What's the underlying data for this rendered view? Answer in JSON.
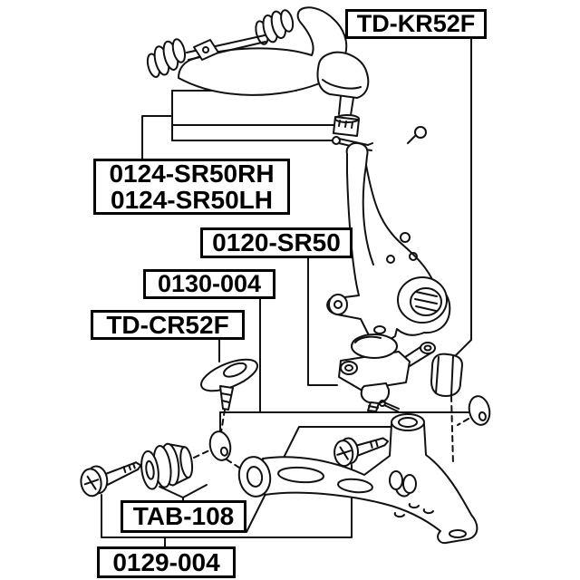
{
  "app": {
    "type": "exploded-parts-diagram",
    "background_color": "#ffffff",
    "line_color": "#111111",
    "label_text_color": "#000000",
    "label_border_color": "#000000"
  },
  "diagram": {
    "labels": [
      {
        "name": "td-kr52f",
        "text": "TD-KR52F"
      },
      {
        "name": "0124-sr50",
        "line1": "0124-SR50RH",
        "line2": "0124-SR50LH"
      },
      {
        "name": "0120-sr50",
        "text": "0120-SR50"
      },
      {
        "name": "0130-004",
        "text": "0130-004"
      },
      {
        "name": "td-cr52f",
        "text": "TD-CR52F"
      },
      {
        "name": "tab-108",
        "text": "TAB-108"
      },
      {
        "name": "0129-004",
        "text": "0129-004"
      }
    ],
    "parts": [
      "upper-control-arm",
      "upper-ball-joint",
      "castle-nut",
      "cotter-pin",
      "steering-knuckle",
      "lower-ball-joint",
      "mount-bracket",
      "dust-cover-washer-right",
      "camber-cam-plate",
      "washer-left",
      "arm-bushing",
      "front-bolt",
      "rear-bolt",
      "lower-control-arm"
    ]
  }
}
